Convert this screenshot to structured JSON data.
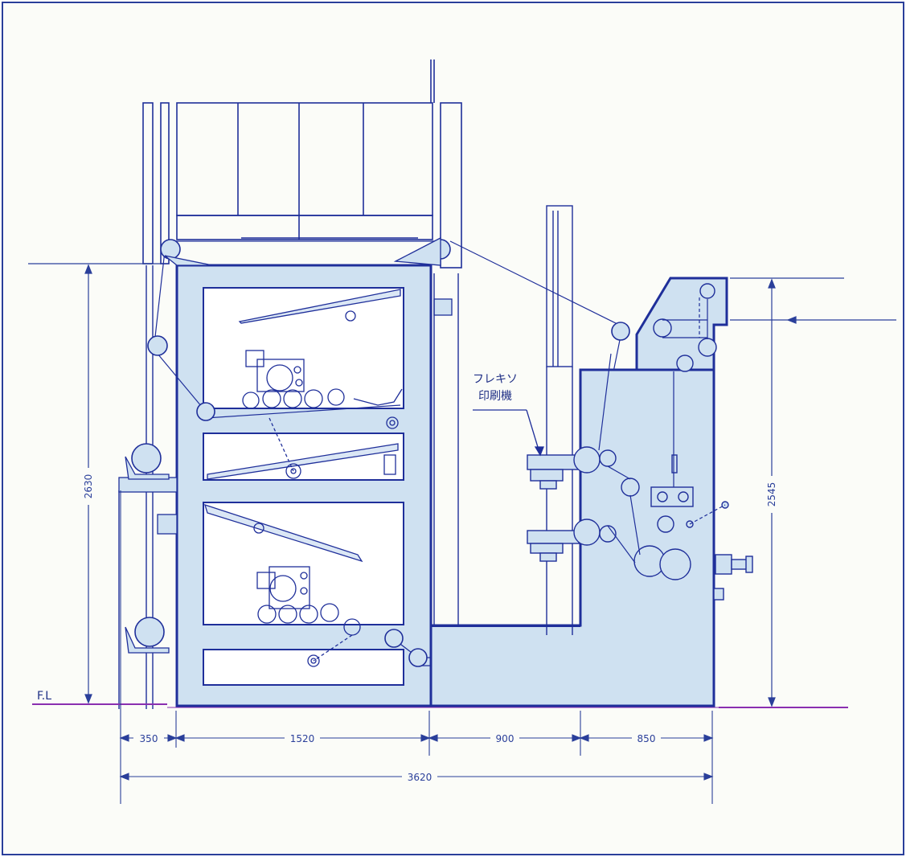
{
  "drawing": {
    "floor_level_label": "F.L",
    "press_label_line1": "フレキソ",
    "press_label_line2": "印刷機",
    "dimensions": {
      "height_left": "2630",
      "height_right": "2545",
      "width_a": "350",
      "width_b": "1520",
      "width_c": "900",
      "width_d": "850",
      "width_total": "3620"
    },
    "colors": {
      "line": "#1f2f9a",
      "fill": "#cfe1f1",
      "floor": "#8a2fb0",
      "background": "#ffffff"
    }
  }
}
